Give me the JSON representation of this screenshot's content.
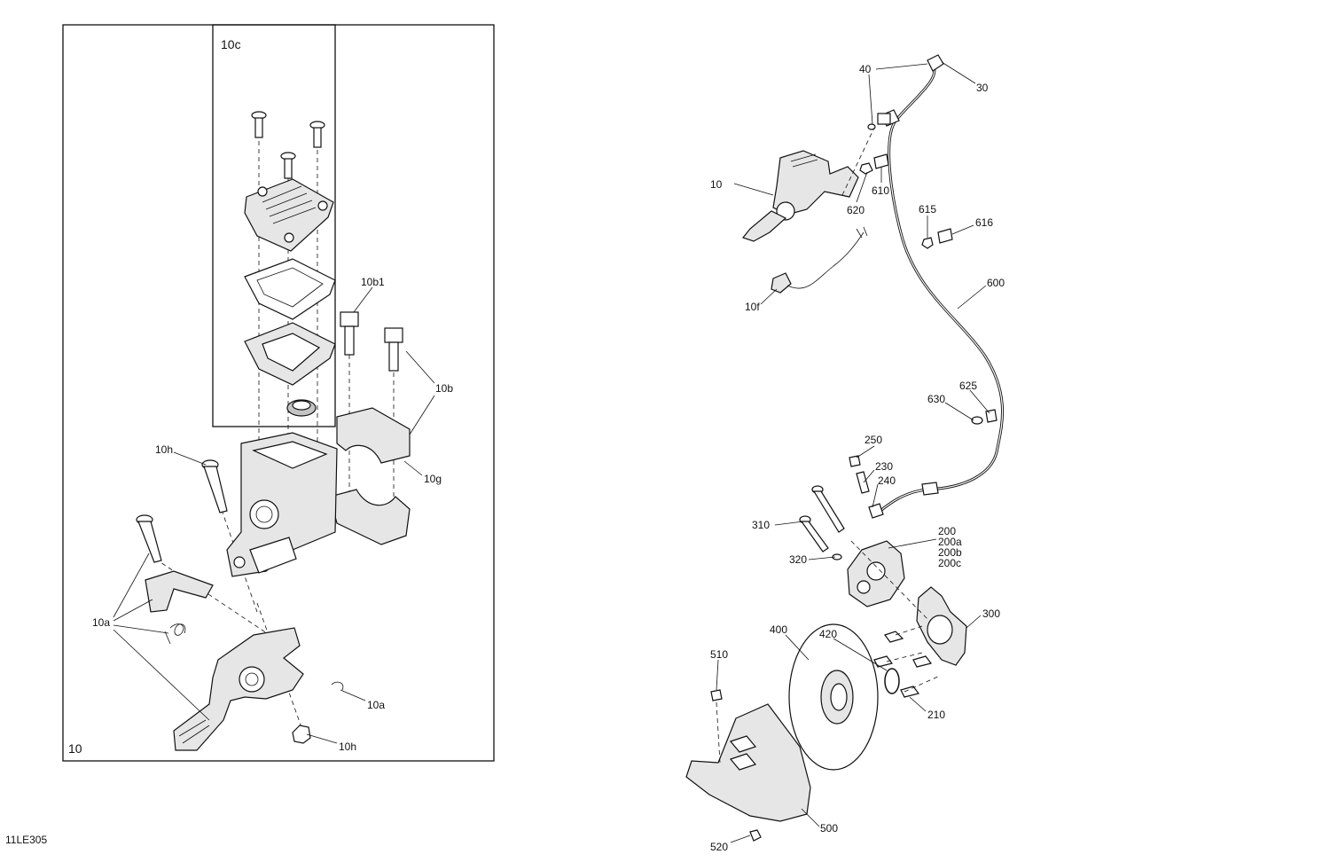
{
  "figure_code": "11LE305",
  "box_labels": {
    "outer": "10",
    "inner": "10c"
  },
  "callouts": {
    "c10b1": "10b1",
    "c10b": "10b",
    "c10g": "10g",
    "c10h_top": "10h",
    "c10h_bottom": "10h",
    "c10a_left": "10a",
    "c10a_right": "10a",
    "c40": "40",
    "c30": "30",
    "c10": "10",
    "c610": "610",
    "c620": "620",
    "c615": "615",
    "c616": "616",
    "c10f": "10f",
    "c600": "600",
    "c625": "625",
    "c630": "630",
    "c250": "250",
    "c230": "230",
    "c240": "240",
    "c310": "310",
    "c320": "320",
    "c200": "200",
    "c200a": "200a",
    "c200b": "200b",
    "c200c": "200c",
    "c300": "300",
    "c400": "400",
    "c420": "420",
    "c510": "510",
    "c210": "210",
    "c500": "500",
    "c520": "520"
  }
}
